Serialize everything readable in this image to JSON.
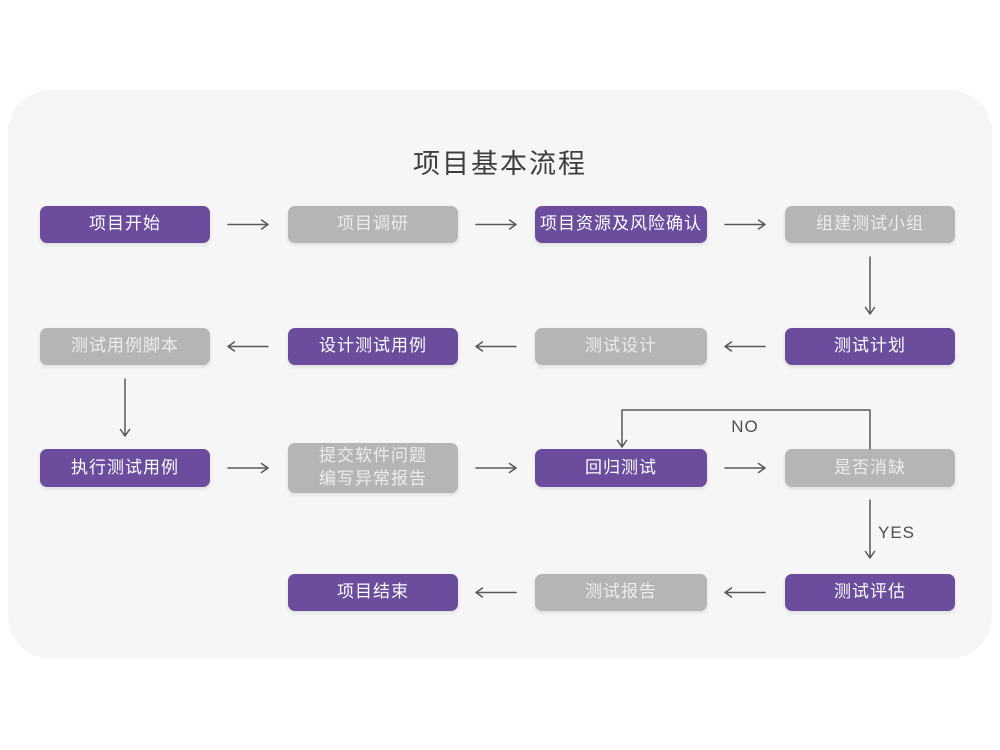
{
  "title": "项目基本流程",
  "colors": {
    "node_purple": "#6b4c9d",
    "node_gray": "#b5b5b5",
    "card_background": "#f6f6f7",
    "arrow": "#59595b",
    "title_text": "#3e3e40"
  },
  "nodes": {
    "project_start": {
      "label": "项目开始",
      "color": "purple"
    },
    "project_research": {
      "label": "项目调研",
      "color": "gray"
    },
    "resources_risk": {
      "label": "项目资源及风险确认",
      "color": "purple"
    },
    "build_test_team": {
      "label": "组建测试小组",
      "color": "gray"
    },
    "test_case_script": {
      "label": "测试用例脚本",
      "color": "gray"
    },
    "design_test_case": {
      "label": "设计测试用例",
      "color": "purple"
    },
    "test_design": {
      "label": "测试设计",
      "color": "gray"
    },
    "test_plan": {
      "label": "测试计划",
      "color": "purple"
    },
    "execute_test_case": {
      "label": "执行测试用例",
      "color": "purple"
    },
    "submit_issue_report": {
      "label": "提交软件问题\n编写异常报告",
      "color": "gray"
    },
    "regression_test": {
      "label": "回归测试",
      "color": "purple"
    },
    "defect_resolved": {
      "label": "是否消缺",
      "color": "gray"
    },
    "project_end": {
      "label": "项目结束",
      "color": "purple"
    },
    "test_report": {
      "label": "测试报告",
      "color": "gray"
    },
    "test_evaluation": {
      "label": "测试评估",
      "color": "purple"
    }
  },
  "edge_labels": {
    "no": "NO",
    "yes": "YES"
  }
}
